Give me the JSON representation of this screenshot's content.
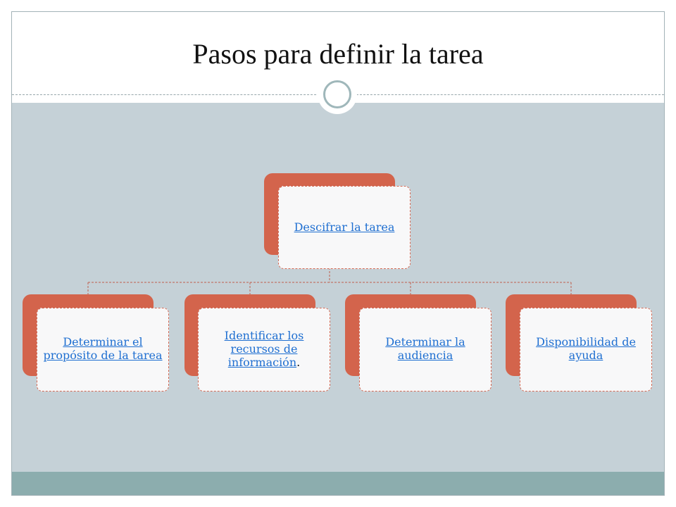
{
  "title": "Pasos para definir la tarea",
  "colors": {
    "content_bg": "#c5d1d7",
    "footer_bg": "#8cadae",
    "node_fill": "#d3644c",
    "card_fill": "#f8f8f9",
    "link_text": "#1f6fd1"
  },
  "diagram": {
    "root": {
      "label": "Descifrar la tarea"
    },
    "children": [
      {
        "label": "Determinar el propósito  de la tarea",
        "suffix": ""
      },
      {
        "label": "Identificar los recursos de información",
        "suffix": "."
      },
      {
        "label": "Determinar la audiencia",
        "suffix": ""
      },
      {
        "label": "Disponibilidad de ayuda",
        "suffix": ""
      }
    ]
  }
}
